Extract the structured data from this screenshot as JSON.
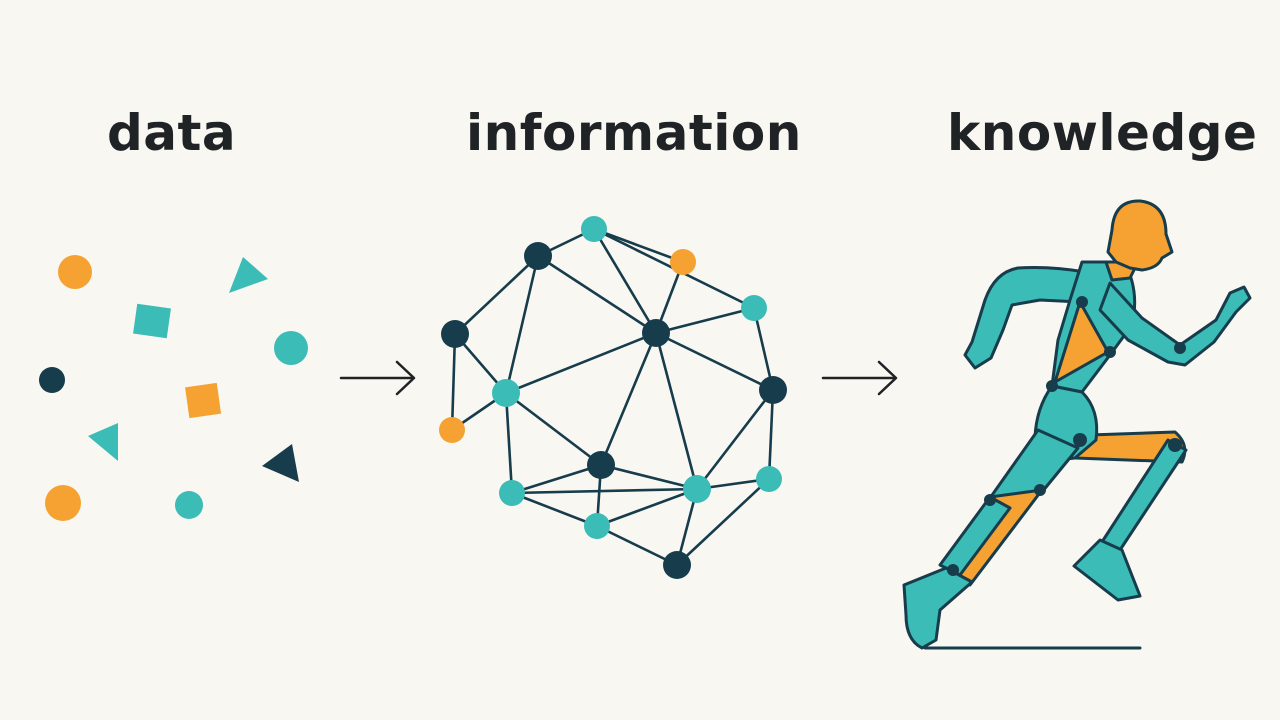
{
  "stages": [
    {
      "label": "data"
    },
    {
      "label": "information"
    },
    {
      "label": "knowledge"
    }
  ],
  "colors": {
    "background": "#f9f7f1",
    "teal": "#3bbcb6",
    "orange": "#f5a232",
    "navy": "#173c4c",
    "ink": "#1f2326"
  },
  "icons": {
    "arrow_1": "right-arrow-icon",
    "arrow_2": "right-arrow-icon",
    "figure": "running-person-icon"
  }
}
